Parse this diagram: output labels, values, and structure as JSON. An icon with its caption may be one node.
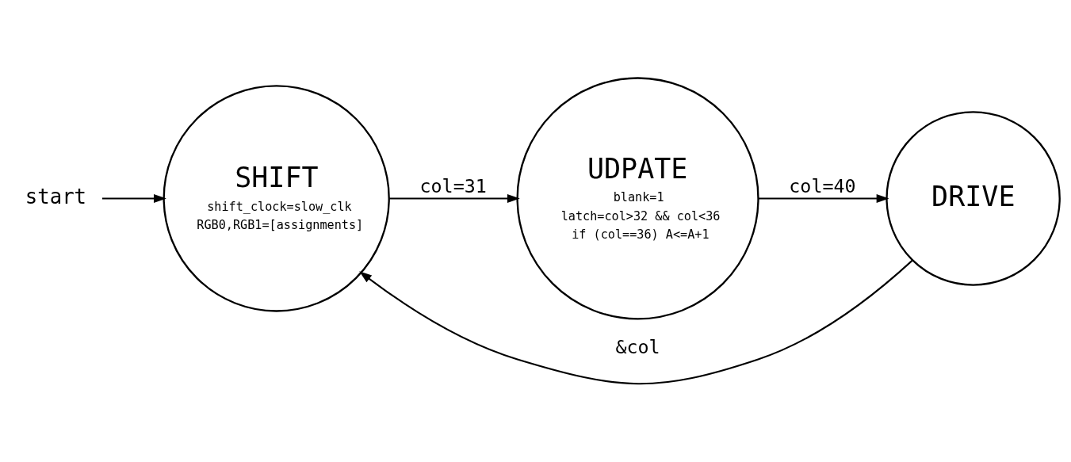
{
  "diagram": {
    "nodes": [
      {
        "text": [
          "start"
        ]
      },
      {
        "text": [
          "SHIFT",
          "shift_clock=slow_clk",
          "RGB0,RGB1=[assignments]"
        ]
      },
      {
        "text": [
          "UDPATE",
          "blank=1",
          "latch=col>32 && col<36",
          "if (col==36) A<=A+1"
        ]
      },
      {
        "text": [
          "DRIVE"
        ]
      }
    ],
    "edges": [
      {
        "from": 0,
        "to": 1,
        "arrow": "to"
      },
      {
        "from": 1,
        "to": 2,
        "arrow": "to",
        "label": "col=31"
      },
      {
        "from": 2,
        "to": 3,
        "arrow": "to",
        "label": "col=40"
      },
      {
        "from": 3,
        "to": 1,
        "arrow": "to",
        "label": "&col"
      }
    ]
  }
}
